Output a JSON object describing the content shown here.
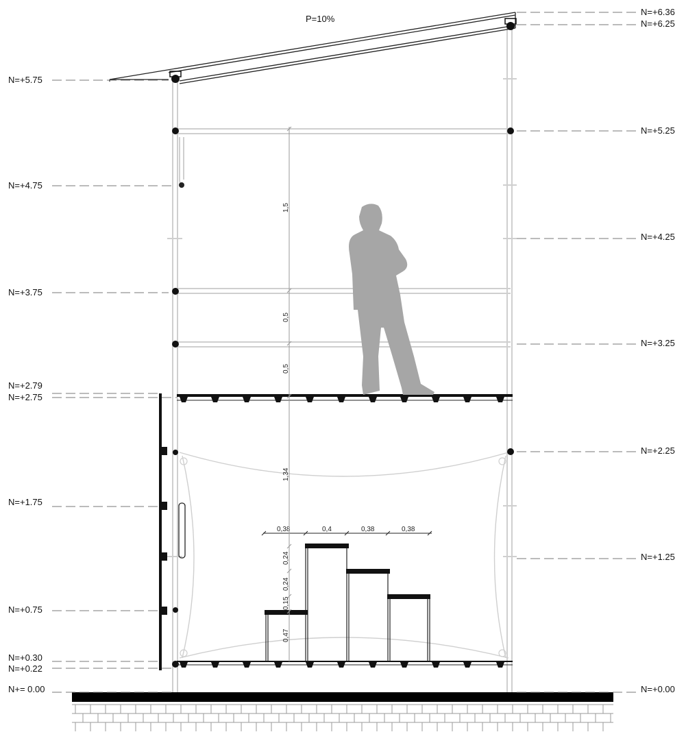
{
  "slope_label": "P=10%",
  "levels": {
    "n636": "N=+6.36",
    "n625": "N=+6.25",
    "n575": "N=+5.75",
    "n525": "N=+5.25",
    "n475": "N=+4.75",
    "n425": "N=+4.25",
    "n375": "N=+3.75",
    "n325": "N=+3.25",
    "n279": "N=+2.79",
    "n275": "N=+2.75",
    "n225": "N=+2.25",
    "n175": "N=+1.75",
    "n125": "N=+1.25",
    "n075": "N=+0.75",
    "n030": "N=+0.30",
    "n022": "N=+0.22",
    "n000_left": "N+= 0.00",
    "n000_right": "N=+0.00"
  },
  "vertical_dims": {
    "d15": "1,5",
    "d05a": "0,5",
    "d05b": "0,5",
    "d134": "1,34",
    "d024a": "0,24",
    "d024b": "0,24",
    "d015": "0,15",
    "d047": "0,47"
  },
  "step_dims": {
    "w1": "0,38",
    "w2": "0,4",
    "w3": "0,38",
    "w4": "0,38"
  },
  "colors": {
    "line_dark": "#111111",
    "line_light": "#c8c8c8",
    "figure": "#a6a6a6",
    "ground": "#000000"
  }
}
